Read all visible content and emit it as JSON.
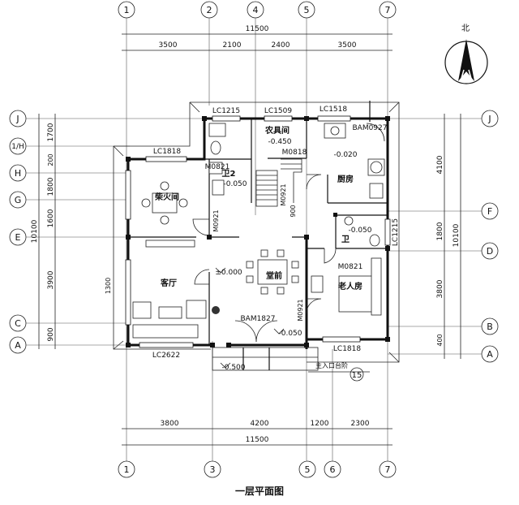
{
  "title": "一层平面图",
  "north_label": "北",
  "axes": {
    "top": [
      "1",
      "2",
      "4",
      "5",
      "7"
    ],
    "bottom": [
      "1",
      "3",
      "5",
      "6",
      "7"
    ],
    "left": [
      "J",
      "1/H",
      "H",
      "G",
      "E",
      "C",
      "A"
    ],
    "right": [
      "J",
      "F",
      "D",
      "B",
      "A"
    ]
  },
  "dims": {
    "top_overall": "11500",
    "top_parts": [
      "3500",
      "2100",
      "2400",
      "3500"
    ],
    "bottom_overall": "11500",
    "bottom_parts": [
      "3800",
      "4200",
      "1200",
      "2300"
    ],
    "left_overall": "10100",
    "left_parts": [
      "1700",
      "200",
      "1800",
      "1600",
      "3900",
      "900"
    ],
    "right_overall": "10100",
    "right_parts": [
      "4100",
      "1800",
      "3800",
      "400"
    ]
  },
  "rooms": {
    "farm_tools": "农具间",
    "firewood": "柴火间",
    "living_room": "客厅",
    "hall": "堂前",
    "kitchen": "厨房",
    "elder_room": "老人房",
    "wc_a": "卫2",
    "wc_b": "卫"
  },
  "labels": {
    "lc1215_top": "LC1215",
    "lc1509": "LC1509",
    "lc1518": "LC1518",
    "bam0927": "BAM0927",
    "lc1818_left": "LC1818",
    "m0821_a": "M0821",
    "m0818": "M0818",
    "m0921_a": "M0921",
    "m0921_b": "M0921",
    "m0921_c": "M0921",
    "m0821_b": "M0821",
    "lc1215_right": "LC1215",
    "bam1827": "BAM1827",
    "lc2622": "LC2622",
    "lc1818_bottom": "LC1818",
    "main_entrance": "主入口台阶",
    "stair": "15",
    "lv_farm": "-0.450",
    "lv_wc2": "-0.050",
    "lv_kitchen": "-0.020",
    "lv_wc": "-0.050",
    "lv_hall": "±0.000",
    "lv_porch": "-0.050",
    "lv_outside": "-0.500",
    "d900": "900",
    "d1300": "1300"
  }
}
